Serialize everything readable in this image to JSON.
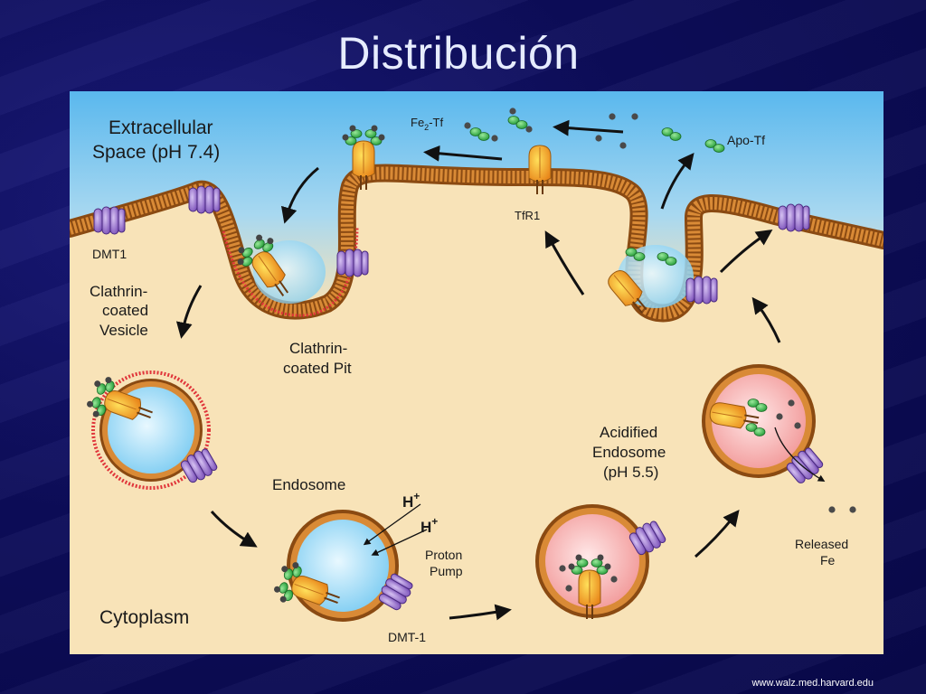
{
  "slide": {
    "title": "Distribución",
    "source": "www.walz.med.harvard.edu"
  },
  "diagram": {
    "extracellular_line1": "Extracellular",
    "extracellular_line2": "Space (pH 7.4)",
    "fe2tf_base": "Fe",
    "fe2tf_sub": "2",
    "fe2tf_rest": "-Tf",
    "apotf": "Apo-Tf",
    "tfr_main": "TfR",
    "tfr_sub": "1",
    "dmt1": "DMT1",
    "ccv_line1": "Clathrin-",
    "ccv_line2": "coated",
    "ccv_line3": "Vesicle",
    "ccp_line1": "Clathrin-",
    "ccp_line2": "coated Pit",
    "endosome": "Endosome",
    "proton1": "H",
    "proton2": "H",
    "plus": "+",
    "pump_line1": "Proton",
    "pump_line2": "Pump",
    "acid_line1": "Acidified",
    "acid_line2": "Endosome",
    "acid_line3": "(pH 5.5)",
    "released_line1": "Released",
    "released_line2": "Fe",
    "cytoplasm": "Cytoplasm",
    "dmt_dash": "DMT-1"
  },
  "colors": {
    "membrane": "#c8782a",
    "membrane_dark": "#8a4a12",
    "extracellular": "#79c7f0",
    "cytoplasm": "#f6dcaa",
    "vesicle_lumen": "#a9dcf5",
    "acid_lumen": "#f5b1b1",
    "dmt1": "#8e64c8",
    "tfr": "#f0a020",
    "transferrin": "#3bb54a",
    "iron": "#444444"
  }
}
